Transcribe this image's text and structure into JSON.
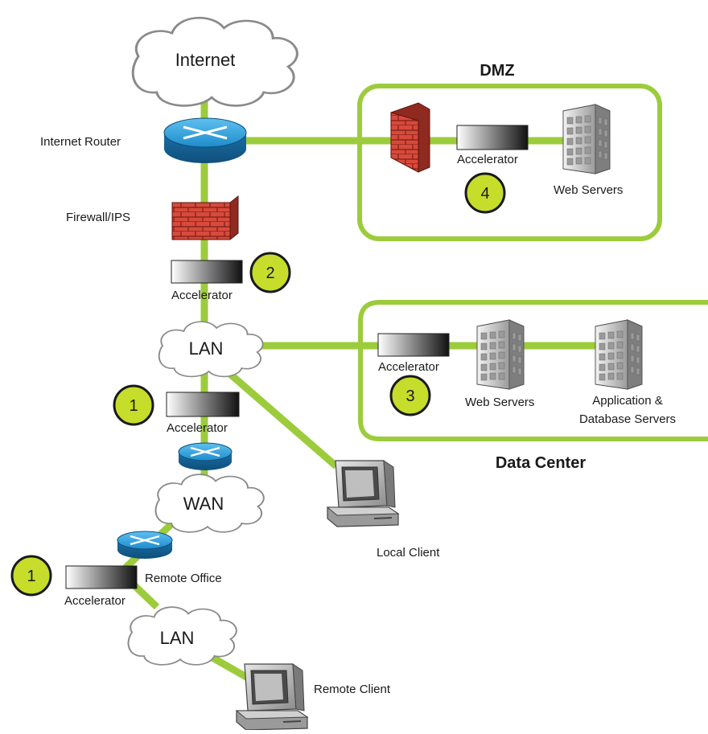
{
  "clouds": {
    "internet": "Internet",
    "lan_main": "LAN",
    "wan": "WAN",
    "lan_remote": "LAN"
  },
  "labels": {
    "internet_router": "Internet Router",
    "firewall_ips": "Firewall/IPS",
    "accel_main": "Accelerator",
    "accel_wan": "Accelerator",
    "accel_remote": "Accelerator",
    "remote_office": "Remote Office",
    "local_client": "Local Client",
    "remote_client": "Remote Client"
  },
  "dmz": {
    "title": "DMZ",
    "accelerator": "Accelerator",
    "web_servers": "Web Servers",
    "badge": "4"
  },
  "data_center": {
    "title": "Data Center",
    "accelerator": "Accelerator",
    "web_servers": "Web Servers",
    "app_servers_line1": "Application &",
    "app_servers_line2": "Database Servers",
    "badge": "3"
  },
  "badges": {
    "main_accel": "2",
    "wan_accel": "1",
    "remote_accel": "1"
  },
  "colors": {
    "link": "#9ccc3c",
    "badge_fill": "#c6dd2c",
    "router": "#1a8fd0",
    "firewall": "#d84a3c",
    "frame": "#9ccc3c"
  }
}
